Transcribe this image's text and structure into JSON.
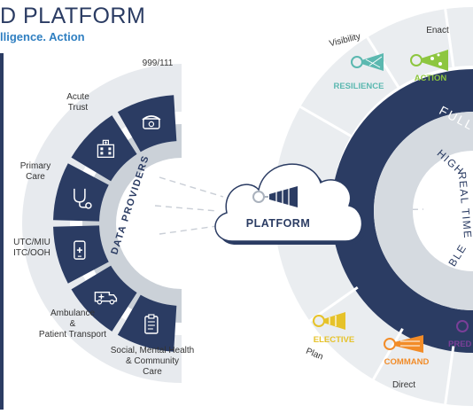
{
  "header": {
    "title": "D PLATFORM",
    "subtitle": "lligence. Action"
  },
  "left_ring": {
    "label": "DATA PROVIDERS",
    "providers": [
      {
        "label": "999/111",
        "icon": "phone-icon"
      },
      {
        "label": "Acute\nTrust",
        "icon": "hospital-icon"
      },
      {
        "label": "Primary\nCare",
        "icon": "stethoscope-icon"
      },
      {
        "label": "UTC/MIU\nITC/OOH",
        "icon": "mobile-phone-icon"
      },
      {
        "label": "Ambulance\n&\nPatient Transport",
        "icon": "ambulance-icon"
      },
      {
        "label": "Social, Mental Health\n& Community\nCare",
        "icon": "clipboard-icon"
      }
    ]
  },
  "center": {
    "label": "PLATFORM",
    "icon": "platform-logo-icon"
  },
  "right_ring": {
    "band_labels": [
      "FULLY",
      "HIGH",
      "REAL TIME",
      "BLE"
    ],
    "top_tiles": [
      {
        "verb": "Visibility",
        "label": "RESILIENCE",
        "color": "#5bb8b0"
      },
      {
        "verb": "Enact",
        "label": "ACTION",
        "color": "#8dc63f"
      }
    ],
    "bottom_tiles": [
      {
        "verb": "Plan",
        "label": "ELECTIVE",
        "color": "#e6c229"
      },
      {
        "verb": "Direct",
        "label": "COMMAND",
        "color": "#f28c28"
      },
      {
        "verb": "",
        "label": "PRED",
        "color": "#7a3f98"
      }
    ]
  }
}
